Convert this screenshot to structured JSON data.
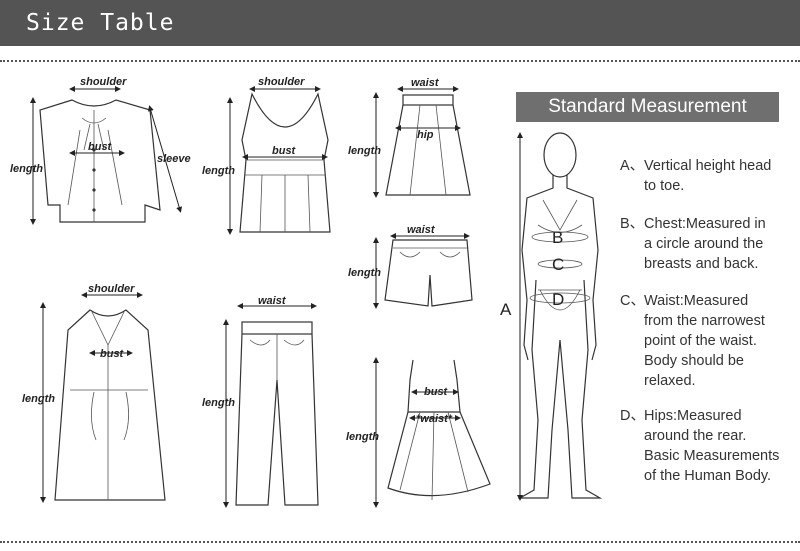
{
  "header": {
    "title": "Size Table"
  },
  "labels": {
    "shoulder": "shoulder",
    "bust": "bust",
    "length": "length",
    "sleeve": "sleeve",
    "waist": "waist",
    "hip": "hip",
    "waist_starred": "*waist*"
  },
  "standard": {
    "title": "Standard Measurement",
    "letters": [
      "A",
      "B",
      "C",
      "D"
    ],
    "items": [
      {
        "letter": "A、",
        "lines": [
          "Vertical height head",
          "to toe."
        ]
      },
      {
        "letter": "B、",
        "lines": [
          "Chest:Measured in",
          "a circle around the",
          "breasts and back."
        ]
      },
      {
        "letter": "C、",
        "lines": [
          "Waist:Measured",
          "from the narrowest",
          "point of the waist.",
          "Body should be",
          "relaxed."
        ]
      },
      {
        "letter": "D、",
        "lines": [
          "Hips:Measured",
          "around the rear.",
          "Basic Measurements",
          "of the Human Body."
        ]
      }
    ]
  }
}
